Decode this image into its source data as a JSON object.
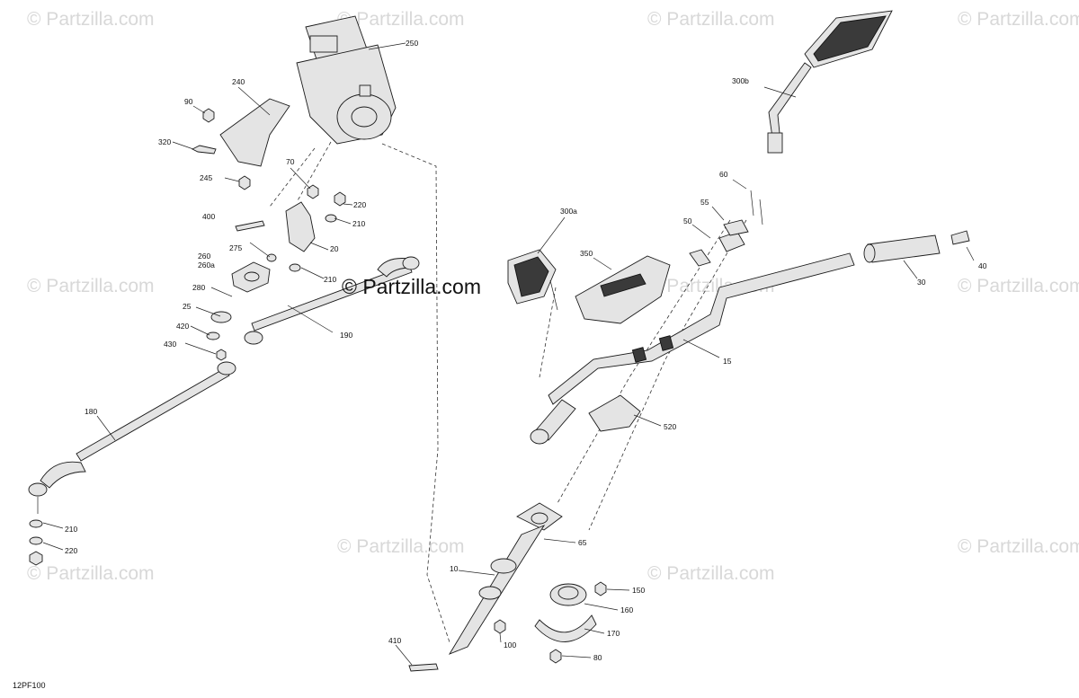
{
  "diagram_id": "12PF100",
  "brand_text": "© Partzilla.com",
  "watermark_text": "© Partzilla.com",
  "callouts": {
    "c250": "250",
    "c240": "240",
    "c90": "90",
    "c320": "320",
    "c245": "245",
    "c70": "70",
    "c220a": "220",
    "c400": "400",
    "c210a": "210",
    "c275": "275",
    "c20": "20",
    "c260": "260",
    "c260a": "260a",
    "c210b": "210",
    "c280": "280",
    "c25": "25",
    "c420": "420",
    "c430": "430",
    "c190": "190",
    "c180": "180",
    "c210c": "210",
    "c220b": "220",
    "c300b": "300b",
    "c300a": "300a",
    "c350": "350",
    "c60": "60",
    "c55": "55",
    "c50": "50",
    "c40": "40",
    "c30": "30",
    "c15": "15",
    "c520": "520",
    "c65": "65",
    "c10": "10",
    "c150": "150",
    "c160": "160",
    "c170": "170",
    "c100": "100",
    "c80": "80",
    "c410": "410"
  }
}
